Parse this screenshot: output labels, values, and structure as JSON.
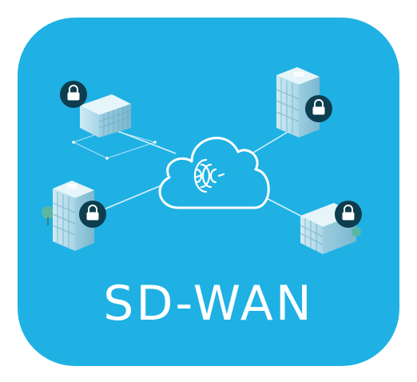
{
  "title": "SD-WAN",
  "colors": {
    "background": "#1fb1e4",
    "cloud_outline": "#ffffff",
    "lock_badge": "#0d3d4e",
    "building": "#bfe3ee"
  },
  "icons": {
    "cloud": "cloud-icon",
    "cloud_logo": "fingerprint-arcs-icon",
    "lock": "lock-icon",
    "building": "office-building-icon"
  },
  "sites": [
    "top-left",
    "top-right",
    "bottom-left",
    "bottom-right"
  ]
}
